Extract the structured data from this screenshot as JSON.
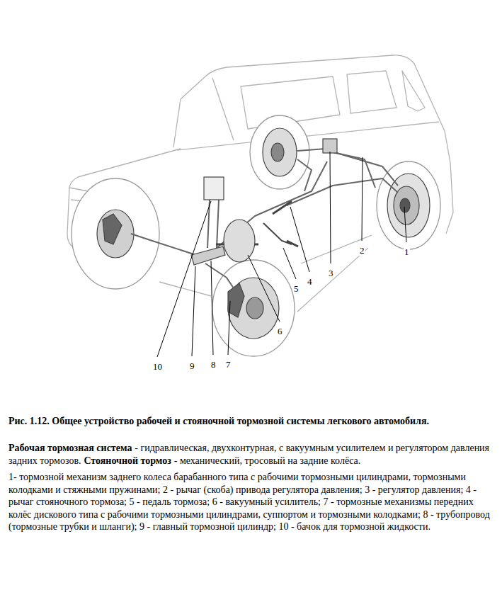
{
  "diagram": {
    "title": "Рис. 1.12. Общее устройство рабочей и стояночной тормозной системы легкового автомобиля.",
    "caption": "1- тормозной механизм заднего колеса барабанного типа с рабочими тормозными цилиндрами, тормозными колодками и стяжными пружинами; 2 - рычаг (скоба) привода регулятора давления; 3 - регулятор давления; 4 - рычаг стояночного тормоза; 5 - педаль тормоза; 6 - вакуумный усилитель; 7 - тормозные механизмы передних колёс дискового типа с рабочими тормозными цилиндрами, суппортом и тормозными колодками; 8 - трубопровод (тормозные трубки и шланги); 9 - главный тормозной цилиндр; 10 - бачок для тормозной жидкости.",
    "labels": [
      "1",
      "2",
      "3",
      "4",
      "5",
      "6",
      "7",
      "8",
      "9",
      "10",
      "Рабочая тормозная система",
      "- гидравлическая, двухконтурная, с вакуумным усилителем и регулятором давления задних тормозов.",
      "Стояночной тормоз",
      "- механический, тросовый на задние колёса."
    ]
  }
}
